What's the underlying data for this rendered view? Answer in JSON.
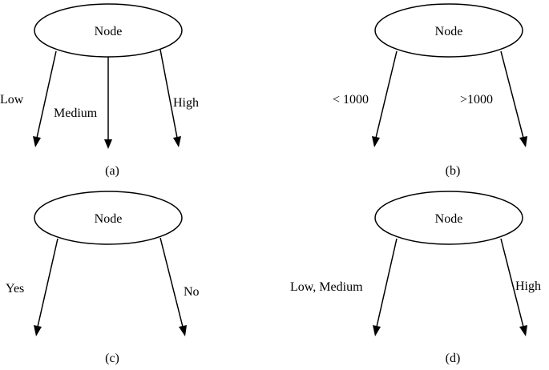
{
  "panels": {
    "a": {
      "caption": "(a)",
      "node_label": "Node",
      "branches": [
        "Low",
        "Medium",
        "High"
      ]
    },
    "b": {
      "caption": "(b)",
      "node_label": "Node",
      "branches": [
        "< 1000",
        ">1000"
      ]
    },
    "c": {
      "caption": "(c)",
      "node_label": "Node",
      "branches": [
        "Yes",
        "No"
      ]
    },
    "d": {
      "caption": "(d)",
      "node_label": "Node",
      "branches": [
        "Low, Medium",
        "High"
      ]
    }
  },
  "colors": {
    "stroke": "#000000",
    "background": "#ffffff"
  }
}
